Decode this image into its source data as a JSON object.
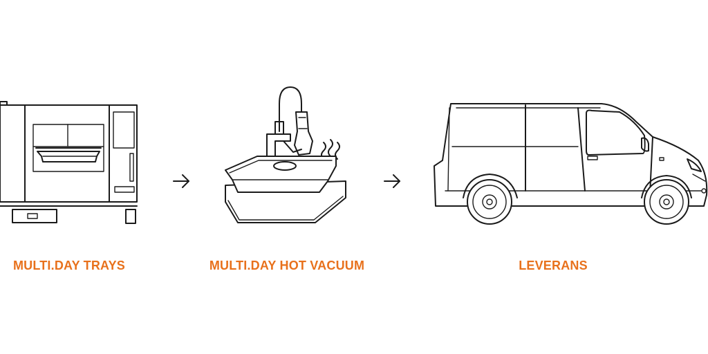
{
  "accent_color": "#e8711c",
  "line_color": "#1a1a1a",
  "steps": [
    {
      "label": "MULTI.DAY TRAYS",
      "icon": "combi-oven-icon"
    },
    {
      "label": "MULTI.DAY HOT VACUUM",
      "icon": "vacuum-tray-faucet-icon"
    },
    {
      "label": "LEVERANS",
      "icon": "delivery-van-icon"
    }
  ],
  "connectors": [
    {
      "icon": "arrow-right-icon"
    },
    {
      "icon": "arrow-right-icon"
    }
  ]
}
